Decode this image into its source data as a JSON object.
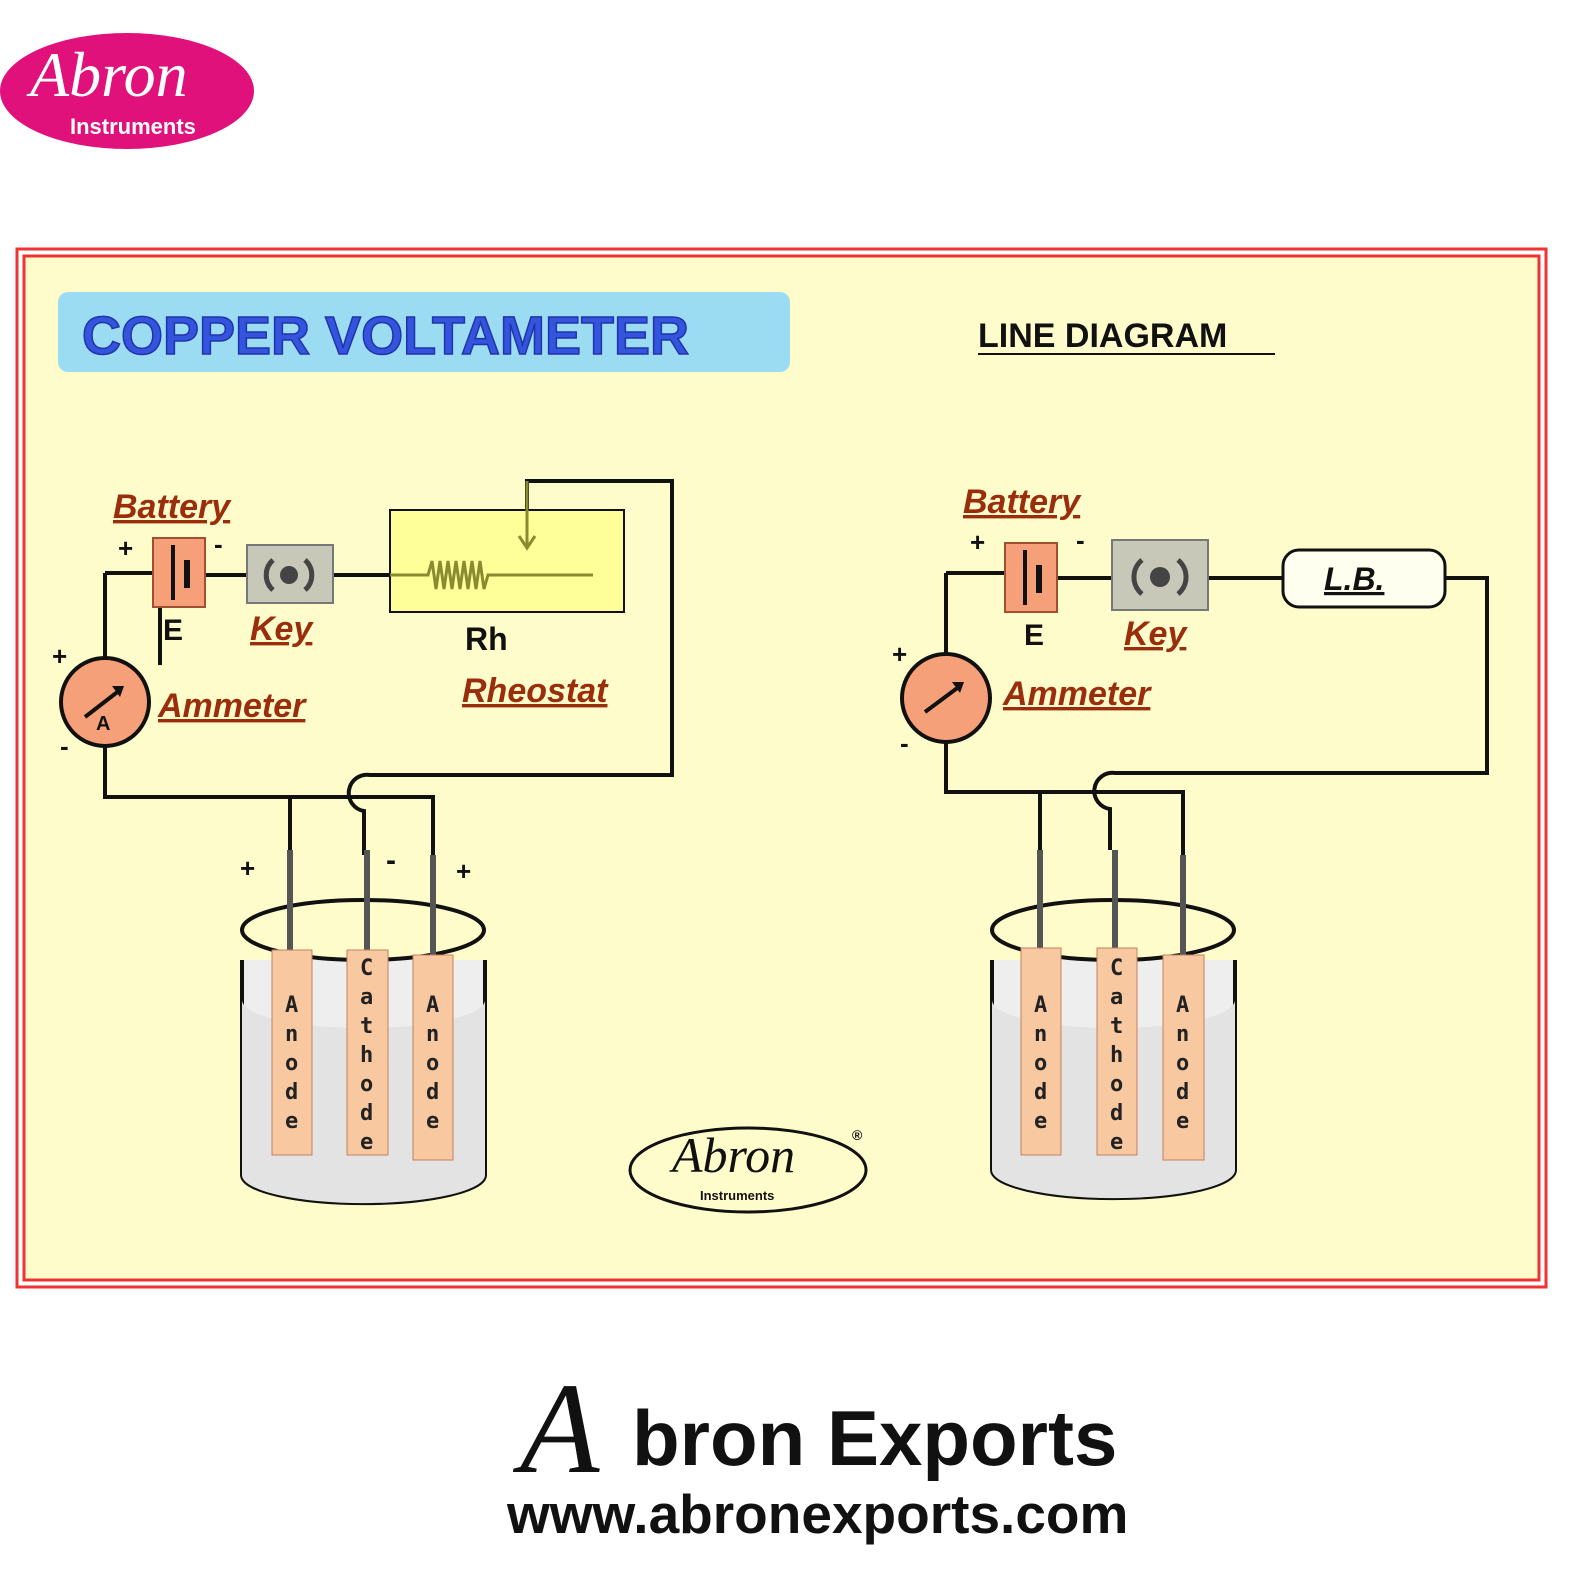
{
  "logo": {
    "brand": "Abron",
    "sub": "Instruments"
  },
  "panel": {
    "title": "COPPER VOLTAMETER",
    "subtitle": "LINE DIAGRAM",
    "left": {
      "battery": "Battery",
      "e": "E",
      "key": "Key",
      "rh": "Rh",
      "rheostat": "Rheostat",
      "ammeter": "Ammeter",
      "ammeter_symbol": "A",
      "plus": "+",
      "minus": "-",
      "strips": [
        "Anode",
        "Cathode",
        "Anode"
      ]
    },
    "right": {
      "battery": "Battery",
      "e": "E",
      "key": "Key",
      "lb": "L.B.",
      "ammeter": "Ammeter",
      "plus": "+",
      "minus": "-",
      "strips": [
        "Anode",
        "Cathode",
        "Anode"
      ]
    },
    "watermark": {
      "brand": "Abron",
      "sub": "Instruments",
      "reg": "®"
    }
  },
  "footer": {
    "brand": "Abron Exports",
    "url": "www.abronexports.com"
  },
  "colors": {
    "brand_pink": "#e0117a",
    "panel_bg": "#fffccc",
    "frame_red": "#ee3333",
    "title_blue": "#3355dd",
    "title_bg": "#9cdcf2",
    "label": "#9a2e0c"
  }
}
